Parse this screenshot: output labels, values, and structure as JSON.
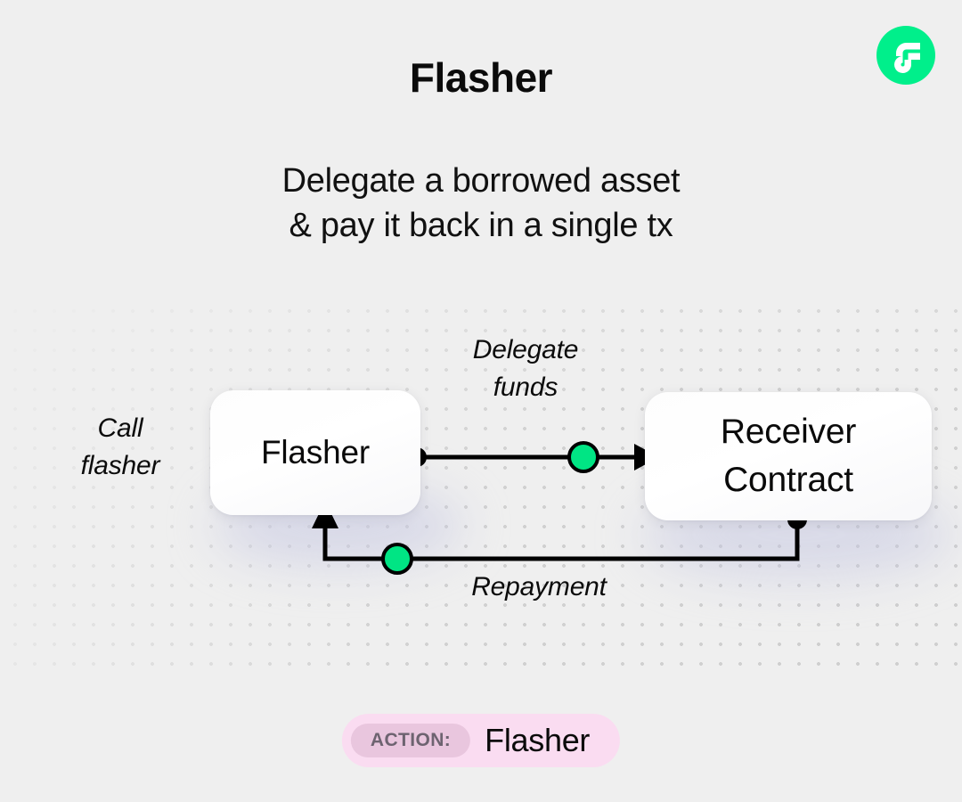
{
  "page": {
    "background_color": "#efefef",
    "title": "Flasher",
    "subtitle_line_1": "Delegate a borrowed asset",
    "subtitle_line_2": "& pay it back in a single tx"
  },
  "logo": {
    "name": "flow-logo",
    "circle_color": "#00ef8b",
    "mark_color": "#ffffff"
  },
  "diagram": {
    "type": "flow",
    "accent_color": "#00e584",
    "line_color": "#000000",
    "nodes": [
      {
        "id": "flasher",
        "label": "Flasher"
      },
      {
        "id": "receiver",
        "label_line_1": "Receiver",
        "label_line_2": "Contract"
      }
    ],
    "edge_labels": {
      "call": "Call\nflasher",
      "delegate": "Delegate\nfunds",
      "repayment": "Repayment"
    }
  },
  "action": {
    "kicker": "ACTION:",
    "value": "Flasher",
    "pill_color": "#fadcf1",
    "kicker_color": "#e9c6de"
  }
}
